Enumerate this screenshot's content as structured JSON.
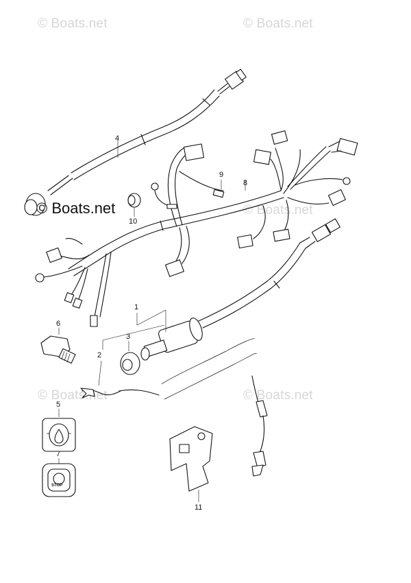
{
  "watermarks": {
    "top_left": "© Boats.net",
    "top_right": "© Boats.net",
    "main": "© Boats.net",
    "mid_right": "© Boats.net",
    "lower_left": "© Boats.net",
    "lower_right": "© Boats.net"
  },
  "callouts": {
    "c1": "1",
    "c2": "2",
    "c3": "3",
    "c4": "4",
    "c5": "5",
    "c6": "6",
    "c7": "7",
    "c8": "8",
    "c9": "9",
    "c10": "10",
    "c11": "11"
  },
  "icons": {
    "oil_icon": "oil-drop-icon",
    "stop_icon_text": "STOP"
  }
}
